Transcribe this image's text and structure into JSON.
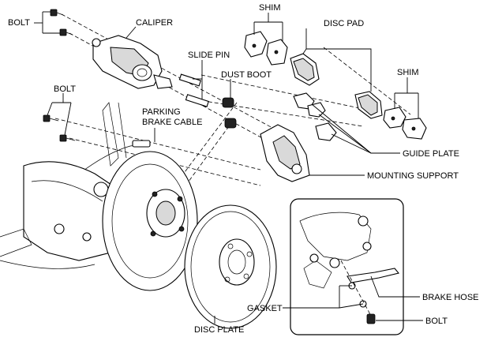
{
  "labels": {
    "bolt_top": "BOLT",
    "caliper": "CALIPER",
    "shim_top": "SHIM",
    "disc_pad": "DISC PAD",
    "slide_pin": "SLIDE PIN",
    "dust_boot": "DUST BOOT",
    "shim_right": "SHIM",
    "bolt_left": "BOLT",
    "parking_brake_cable_1": "PARKING",
    "parking_brake_cable_2": "BRAKE CABLE",
    "guide_plate": "GUIDE PLATE",
    "mounting_support": "MOUNTING SUPPORT",
    "gasket": "GASKET",
    "brake_hose": "BRAKE HOSE",
    "bolt_inset": "BOLT",
    "disc_plate": "DISC PLATE"
  }
}
